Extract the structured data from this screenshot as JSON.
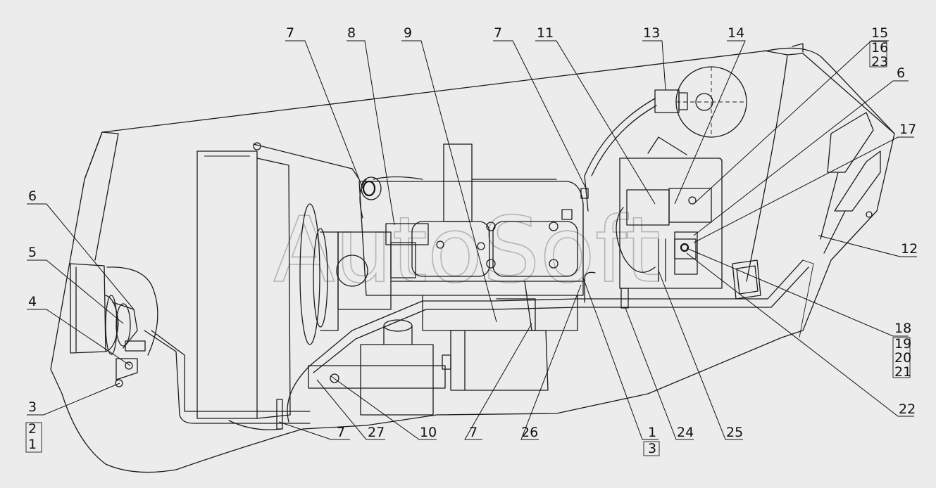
{
  "watermark": "AutoSoft",
  "callouts": [
    {
      "id": "c7a",
      "text": "7"
    },
    {
      "id": "c8",
      "text": "8"
    },
    {
      "id": "c9",
      "text": "9"
    },
    {
      "id": "c7b",
      "text": "7"
    },
    {
      "id": "c11",
      "text": "11"
    },
    {
      "id": "c13",
      "text": "13"
    },
    {
      "id": "c14",
      "text": "14"
    },
    {
      "id": "c15",
      "text": "15"
    },
    {
      "id": "c16",
      "text": "16"
    },
    {
      "id": "c23",
      "text": "23"
    },
    {
      "id": "c6r",
      "text": "6"
    },
    {
      "id": "c17",
      "text": "17"
    },
    {
      "id": "c12",
      "text": "12"
    },
    {
      "id": "c18",
      "text": "18"
    },
    {
      "id": "c19",
      "text": "19"
    },
    {
      "id": "c20",
      "text": "20"
    },
    {
      "id": "c21",
      "text": "21"
    },
    {
      "id": "c22",
      "text": "22"
    },
    {
      "id": "c25",
      "text": "25"
    },
    {
      "id": "c24",
      "text": "24"
    },
    {
      "id": "c1b",
      "text": "1"
    },
    {
      "id": "c3b",
      "text": "3"
    },
    {
      "id": "c26",
      "text": "26"
    },
    {
      "id": "c7c",
      "text": "7"
    },
    {
      "id": "c10",
      "text": "10"
    },
    {
      "id": "c27",
      "text": "27"
    },
    {
      "id": "c7d",
      "text": "7"
    },
    {
      "id": "c6l",
      "text": "6"
    },
    {
      "id": "c5",
      "text": "5"
    },
    {
      "id": "c4",
      "text": "4"
    },
    {
      "id": "c3",
      "text": "3"
    },
    {
      "id": "c2",
      "text": "2"
    },
    {
      "id": "c1",
      "text": "1"
    }
  ]
}
